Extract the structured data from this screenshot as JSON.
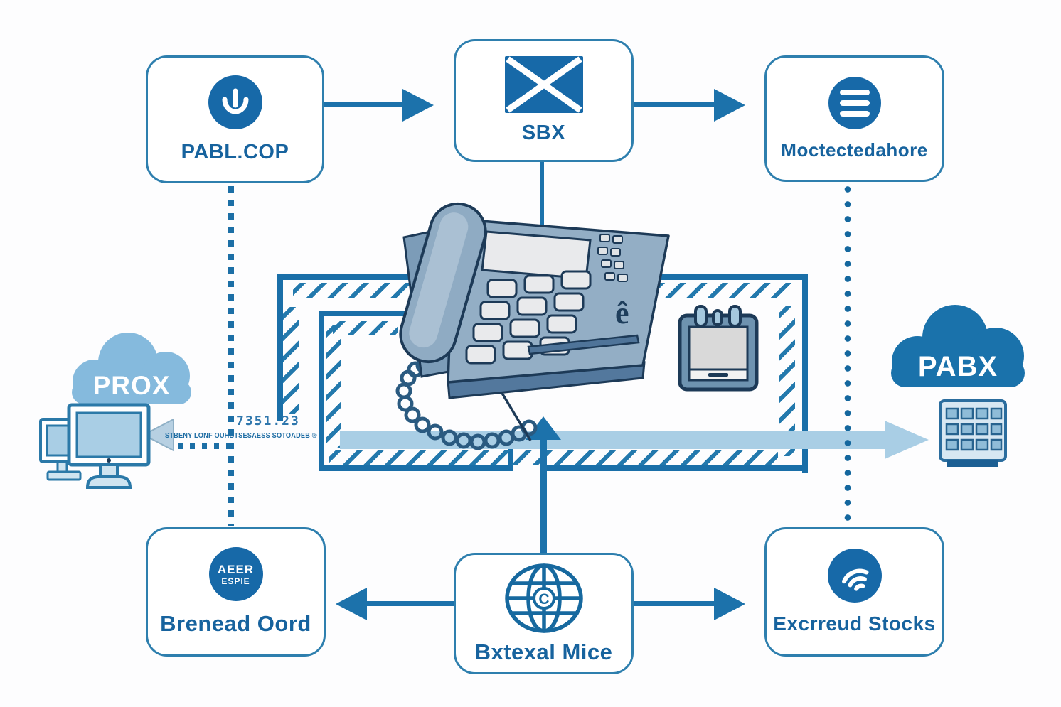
{
  "title": "PABX telephony system diagram",
  "colors": {
    "accent": "#1c72ab",
    "box_border": "#2e7fae",
    "icon_fill": "#1769a8",
    "band": "#a9cee5",
    "cloud_left": "#85badd",
    "cloud_right": "#1a72ab",
    "label_text": "#17639e"
  },
  "nodes": {
    "top_left": {
      "label": "PABL.COP",
      "icon": "power-u-icon"
    },
    "top_center": {
      "label": "SBX",
      "icon": "envelope-icon"
    },
    "top_right": {
      "label": "Moctectedahore",
      "icon": "menu-lines-icon"
    },
    "bottom_left": {
      "label": "Brenead Oord",
      "badge_line1": "AEER",
      "badge_line2": "ESPIE"
    },
    "bottom_center": {
      "label": "Bxtexal Mice",
      "globe_letter": "C"
    },
    "bottom_right": {
      "label": "Excrreud Stocks",
      "icon": "wifi-icon"
    }
  },
  "clouds": {
    "left": {
      "label": "PROX"
    },
    "right": {
      "label": "PABX"
    }
  },
  "annotations": {
    "code": "7351.23",
    "fine_print": "STBENY LONF OUHBTSESAESS SOTOADEB ®",
    "phone_mark": "ê"
  }
}
